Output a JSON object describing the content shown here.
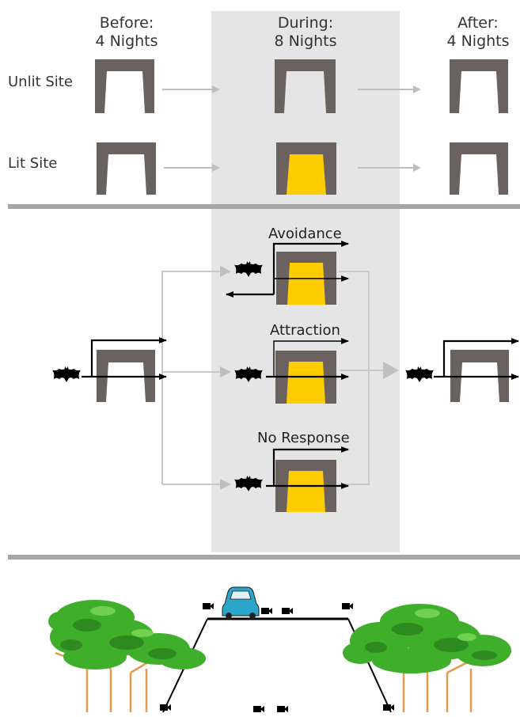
{
  "columns": {
    "before": {
      "title": "Before:",
      "nights": "4 Nights"
    },
    "during": {
      "title": "During:",
      "nights": "8 Nights"
    },
    "after": {
      "title": "After:",
      "nights": "4 Nights"
    }
  },
  "rows": {
    "unlit": "Unlit Site",
    "lit": "Lit Site"
  },
  "responses": {
    "avoidance": "Avoidance",
    "attraction": "Attraction",
    "no_response": "No Response"
  },
  "colors": {
    "culvert": "#6b6260",
    "light": "#ffcc00",
    "during_band": "#e5e5e5",
    "divider": "#a6a6a6",
    "flow_arrow": "#bfbfbf",
    "flight_path": "#000000",
    "foliage": "#3fae2a",
    "trunk": "#e39a4a",
    "vehicle": "#2aa6c9"
  }
}
